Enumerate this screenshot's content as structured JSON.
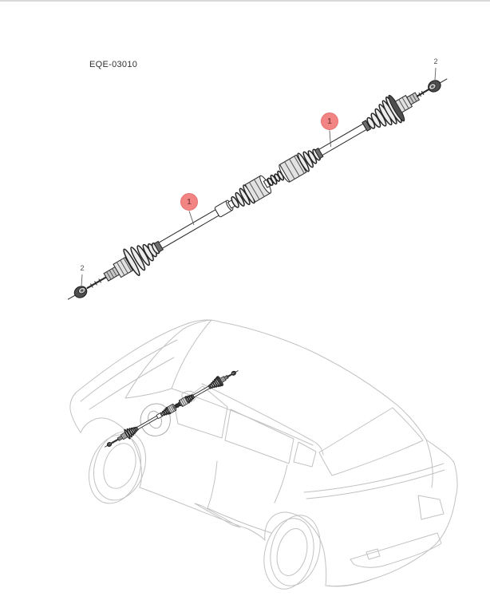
{
  "header": {
    "diagram_code": "EQE-03010"
  },
  "callouts": {
    "primary": [
      {
        "label": "1"
      },
      {
        "label": "1"
      }
    ],
    "secondary": [
      {
        "label": "2"
      },
      {
        "label": "2"
      }
    ]
  },
  "colors": {
    "callout_fill": "#f28484",
    "callout_border": "#e57373",
    "callout_text": "#8a4343",
    "diagram_line": "#2d2d2d",
    "vehicle_line": "#c2c2c2",
    "divider": "#d9d9d9"
  }
}
